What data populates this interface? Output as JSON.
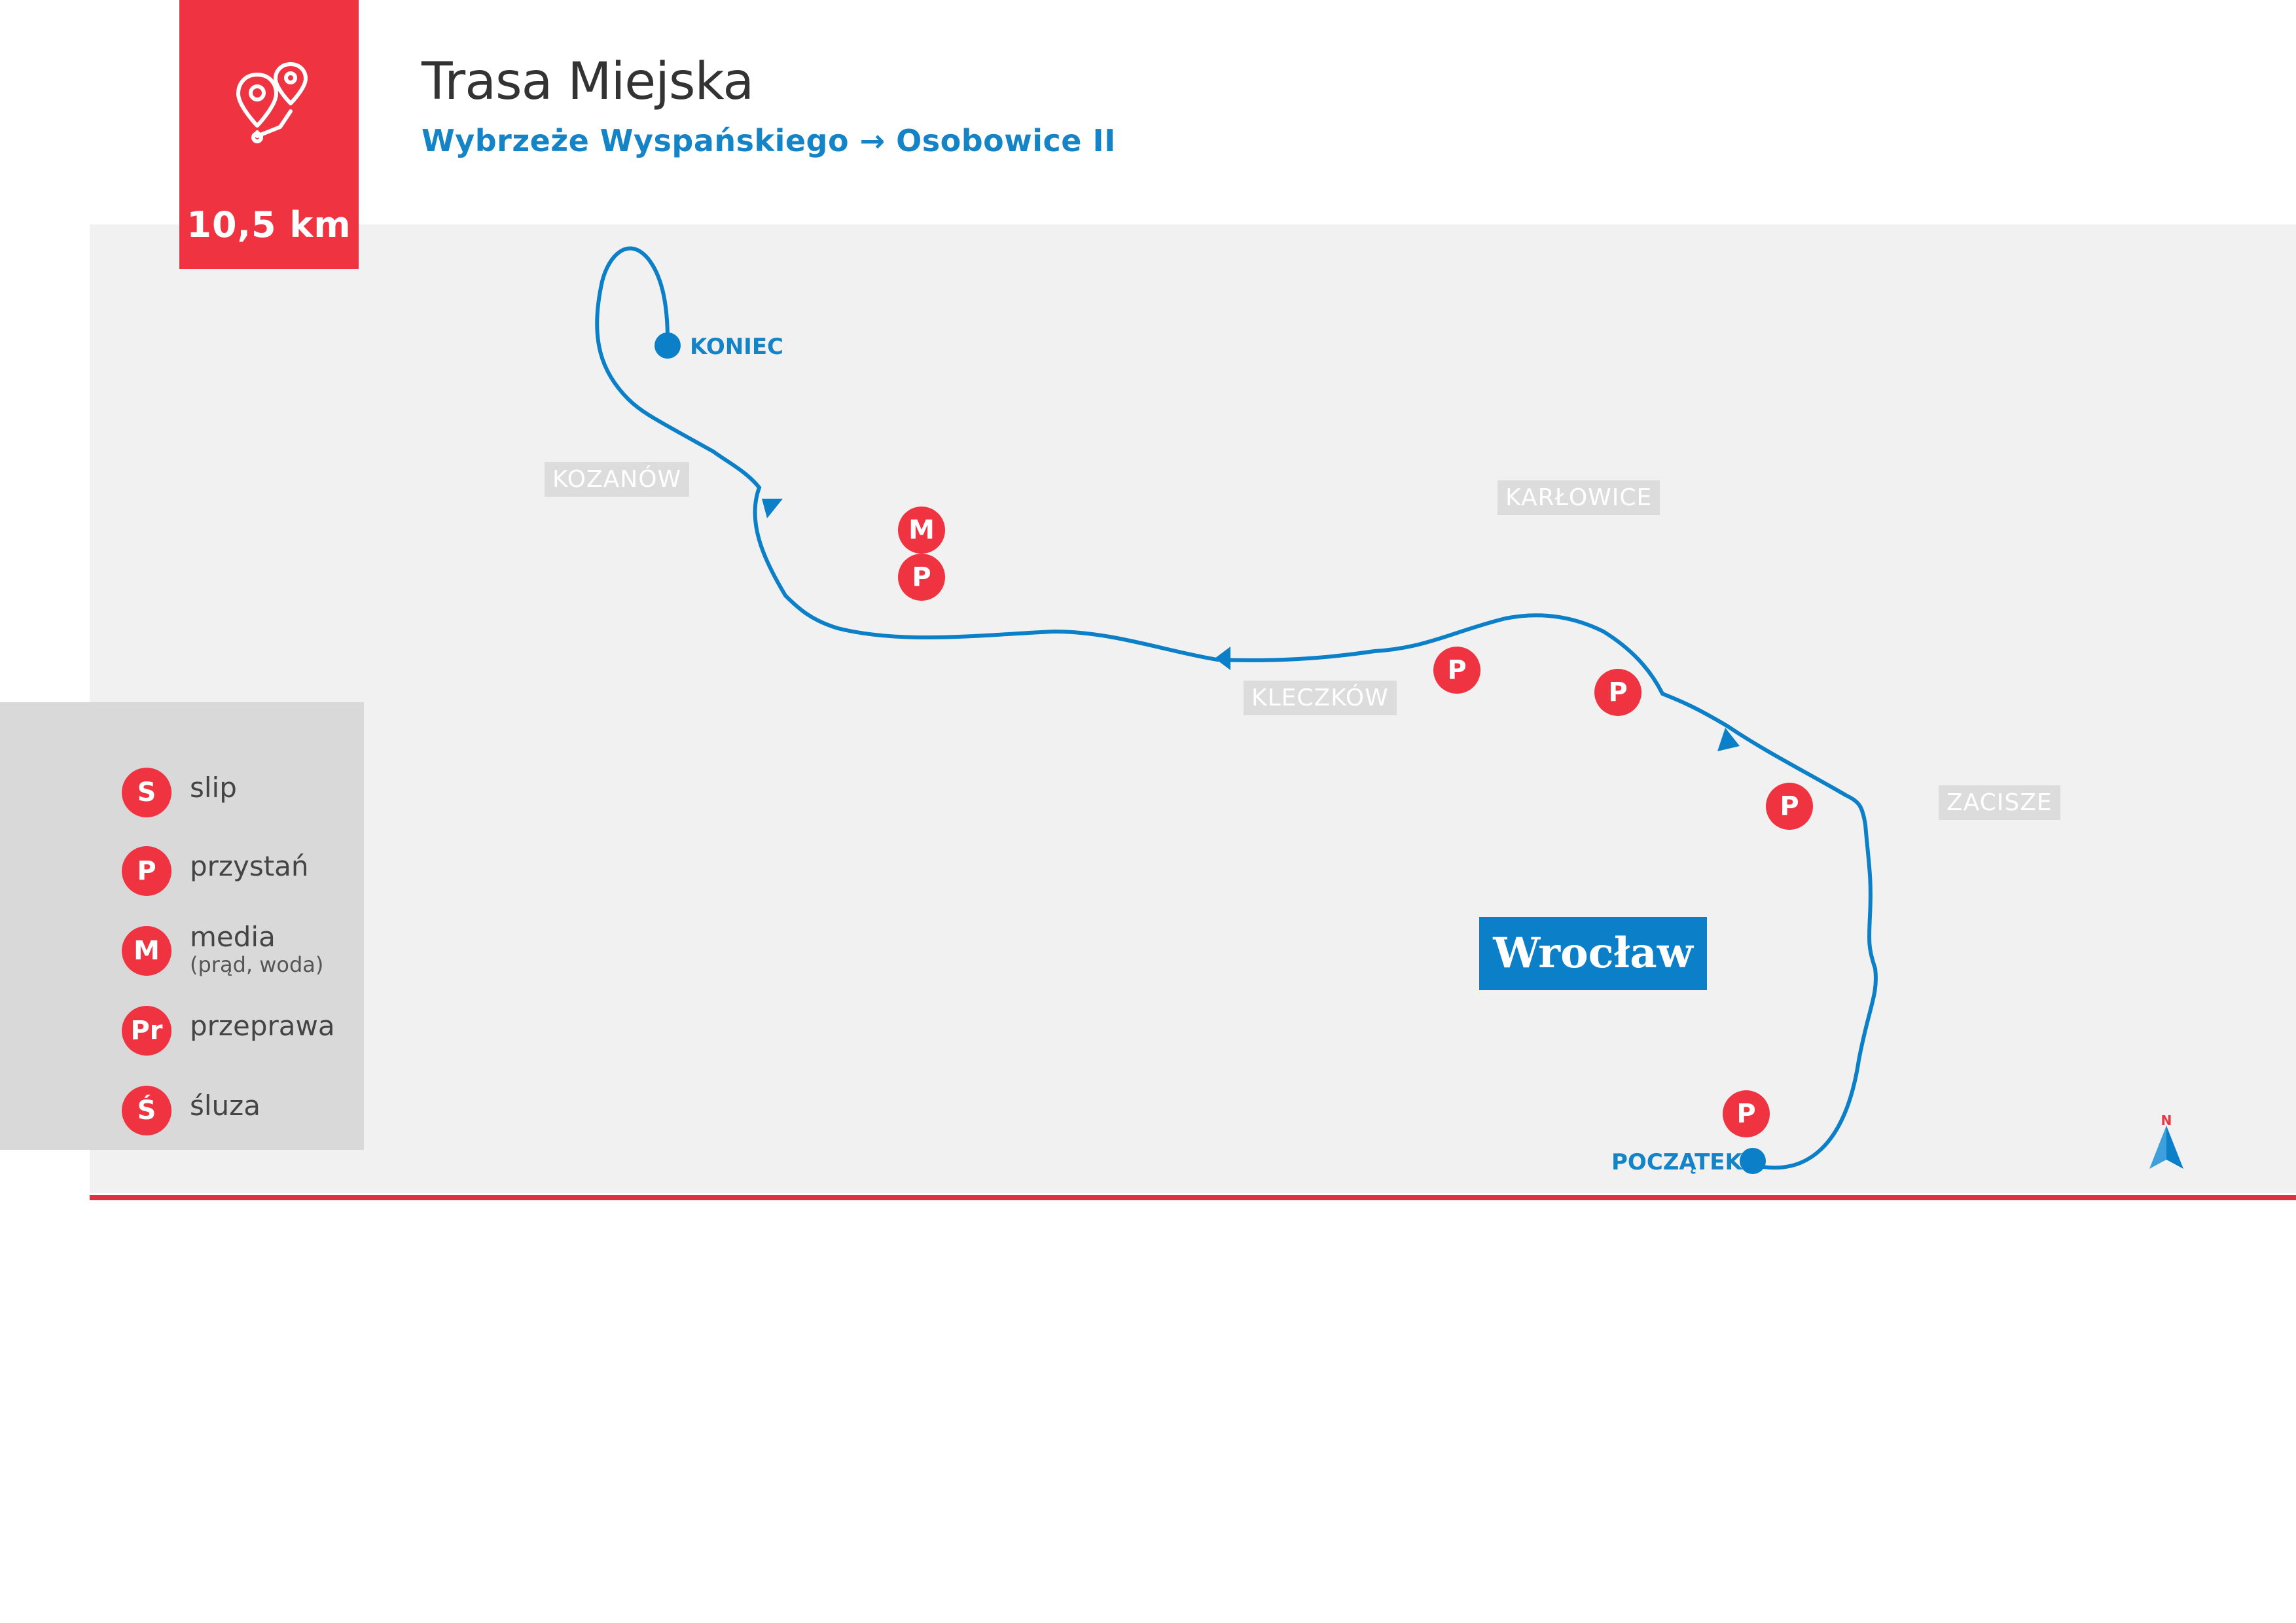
{
  "header": {
    "title": "Trasa Miejska",
    "subtitle": "Wybrzeże Wyspańskiego → Osobowice II",
    "distance": "10,5 km",
    "badge_icon": "route-pins-icon"
  },
  "map": {
    "city": "Wrocław",
    "start_label": "POCZĄTEK",
    "end_label": "KONIEC",
    "districts": [
      "KOZANÓW",
      "KARŁOWICE",
      "KLECZKÓW",
      "ZACISZE"
    ],
    "markers": [
      "M",
      "P",
      "P",
      "P",
      "P",
      "P"
    ],
    "compass_letter": "N",
    "route_color": "#0b7fc7",
    "marker_color": "#ef3340"
  },
  "legend": {
    "items": [
      {
        "symbol": "S",
        "label": "slip"
      },
      {
        "symbol": "P",
        "label": "przystań"
      },
      {
        "symbol": "M",
        "label": "media",
        "sub": "(prąd, woda)"
      },
      {
        "symbol": "Pr",
        "label": "przeprawa"
      },
      {
        "symbol": "Ś",
        "label": "śluza"
      }
    ]
  }
}
